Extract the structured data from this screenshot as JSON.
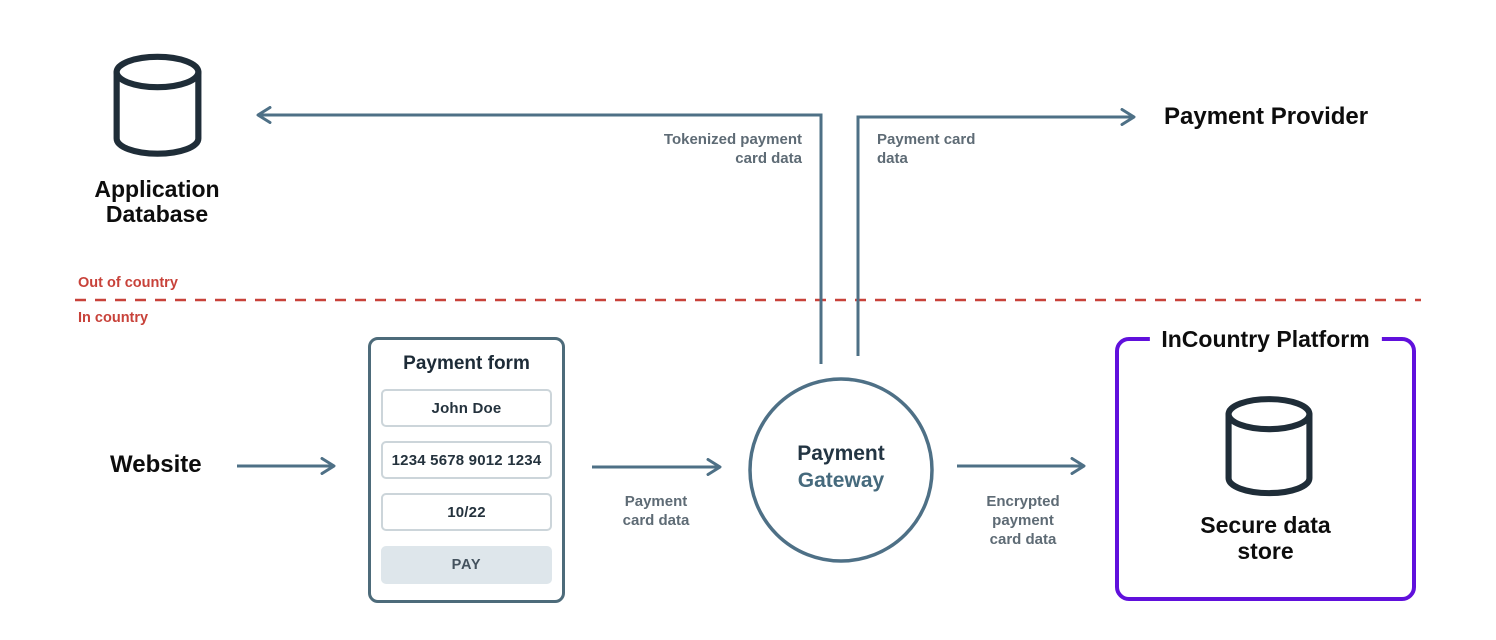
{
  "boundary": {
    "out_label": "Out of country",
    "in_label": "In country"
  },
  "nodes": {
    "application_database": {
      "label": "Application\nDatabase"
    },
    "payment_provider": {
      "label": "Payment Provider"
    },
    "website": {
      "label": "Website"
    },
    "payment_gateway": {
      "label_primary": "Payment",
      "label_accent": "Gateway"
    },
    "incountry_platform": {
      "title": "InCountry Platform",
      "secure_store_label": "Secure data\nstore"
    }
  },
  "payment_form": {
    "title": "Payment form",
    "fields": [
      {
        "name": "cardholder-name",
        "value": "John Doe"
      },
      {
        "name": "card-number",
        "value": "1234 5678 9012 1234"
      },
      {
        "name": "expiry-date",
        "value": "10/22"
      }
    ],
    "pay_button_label": "PAY"
  },
  "edges": {
    "gateway_to_app_db": "Tokenized payment\ncard data",
    "gateway_to_provider": "Payment card\ndata",
    "form_to_gateway": "Payment\ncard data",
    "gateway_to_platform": "Encrypted\npayment\ncard data"
  },
  "icons": {
    "application_database": "database-cylinder",
    "secure_data_store": "database-cylinder"
  },
  "colors": {
    "line_slate": "#4e7086",
    "node_ink": "#1f2d38",
    "text_black": "#0d0d0d",
    "text_gray": "#5e6b75",
    "gateway_accent": "#466a7d",
    "boundary_red": "#c8423a",
    "platform_purple": "#6010dc",
    "pay_button_bg": "#dee6eb",
    "pay_button_text": "#44525e",
    "field_border": "#ccd5da",
    "form_border": "#4d6b7a"
  }
}
